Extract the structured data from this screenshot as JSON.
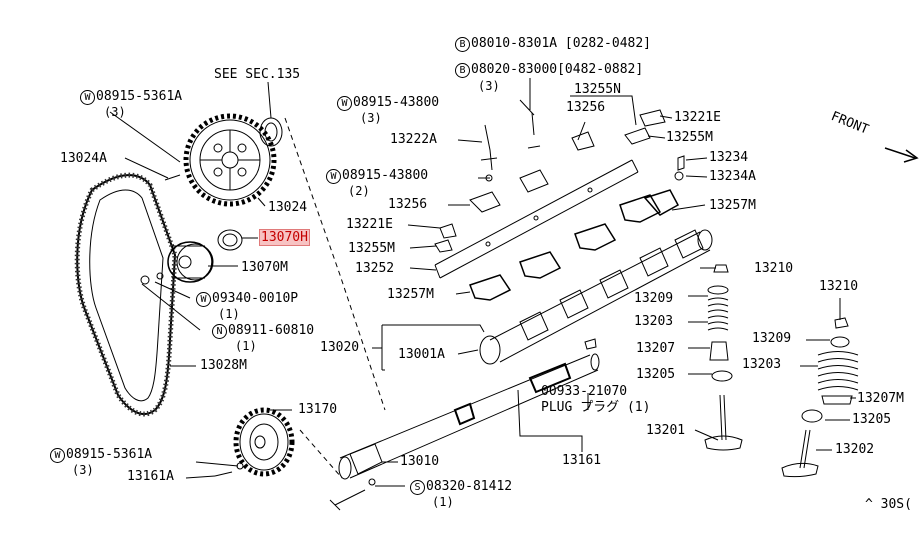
{
  "see_sec": "SEE SEC.135",
  "front": "FRONT",
  "watermark": "^ 30S(",
  "highlight_color": "#f7c3c3",
  "highlight_text_color": "#c40000",
  "callouts": {
    "p08010": "08010-8301A [0282-0482]",
    "p08020": "08020-83000[0482-0882]",
    "q08020": "(3)",
    "p13255N": "13255N",
    "p13256_top": "13256",
    "p13221E_top": "13221E",
    "p13255M_top": "13255M",
    "p13234": "13234",
    "p13234A": "13234A",
    "p13257M_top": "13257M",
    "p08915_43800_a": "08915-43800",
    "q08915_43800_a": "(3)",
    "p13222A": "13222A",
    "p08915_43800_b": "08915-43800",
    "q08915_43800_b": "(2)",
    "p13256_mid": "13256",
    "p13221E_mid": "13221E",
    "p13255M_mid": "13255M",
    "p13252": "13252",
    "p13257M_mid": "13257M",
    "p08915_5361A_top": "08915-5361A",
    "q08915_5361A_top": "(3)",
    "p13024A": "13024A",
    "p13024": "13024",
    "p13070H": "13070H",
    "p13070M": "13070M",
    "p09340": "09340-0010P",
    "q09340": "(1)",
    "p08911": "08911-60810",
    "q08911": "(1)",
    "p13020": "13020",
    "p13001A": "13001A",
    "p13028M": "13028M",
    "p13210_a": "13210",
    "p13209_a": "13209",
    "p13203_a": "13203",
    "p13207_a": "13207",
    "p13205_a": "13205",
    "p13201": "13201",
    "p13210_b": "13210",
    "p13209_b": "13209",
    "p13203_b": "13203",
    "p13207M": "13207M",
    "p13205_b": "13205",
    "p13202": "13202",
    "p00933": "00933-21070",
    "plug": "PLUG プラグ (1)",
    "p13161": "13161",
    "p13170": "13170",
    "p08915_5361A_bot": "08915-5361A",
    "q08915_5361A_bot": "(3)",
    "p13161A": "13161A",
    "p13010": "13010",
    "p08320": "08320-81412",
    "q08320": "(1)"
  },
  "symbols": {
    "B": "B",
    "W": "W",
    "N": "N",
    "S": "S"
  }
}
